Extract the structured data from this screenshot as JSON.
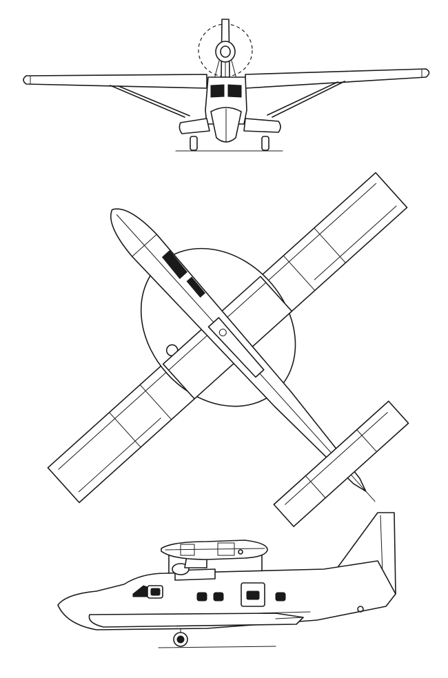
{
  "drawing": {
    "views": [
      "front",
      "top",
      "side"
    ],
    "line_color": "#1a1a1a",
    "background_color": "#ffffff"
  }
}
